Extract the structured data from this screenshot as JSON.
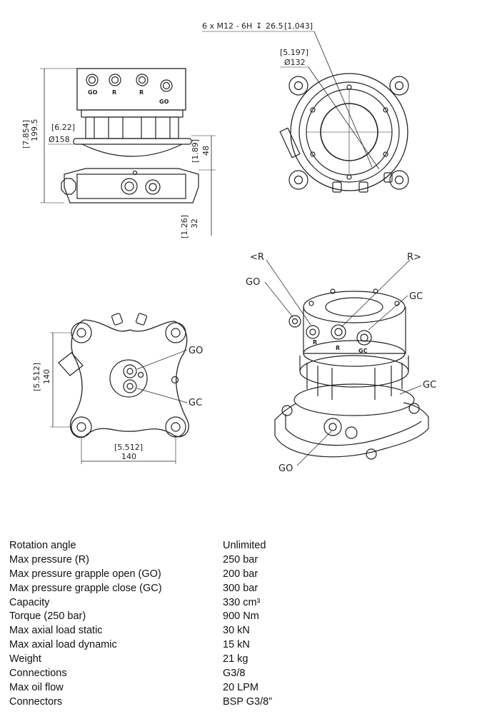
{
  "views": {
    "side": {
      "ports": [
        "GO",
        "R",
        "R",
        "GO"
      ],
      "dim_height_in": "[7.854]",
      "dim_height_mm": "199.5",
      "dim_dia_in": "[6.22]",
      "dim_dia_mm": "Ø158",
      "dim_a_in": "[1.89]",
      "dim_a_mm": "48",
      "dim_b_in": "[1.26]",
      "dim_b_mm": "32"
    },
    "top": {
      "thread_note": "6 x  M12 - 6H",
      "thread_depth": "26.5",
      "thread_depth_in": "[1.043]",
      "dim_dia_in": "[5.197]",
      "dim_dia_mm": "Ø132"
    },
    "bottom": {
      "label_go": "GO",
      "label_gc": "GC",
      "dim_v_in": "[5.512]",
      "dim_v_mm": "140",
      "dim_h_in": "[5.512]",
      "dim_h_mm": "140"
    },
    "iso": {
      "label_rl": "<R",
      "label_rr": "R>",
      "label_go_top": "GO",
      "label_gc_top": "GC",
      "label_gc_mid": "GC",
      "label_go_bottom": "GO",
      "ports": [
        "R",
        "R",
        "GC"
      ]
    }
  },
  "specs": [
    {
      "label": "Rotation angle",
      "value": "Unlimited"
    },
    {
      "label": "Max pressure (R)",
      "value": "250  bar"
    },
    {
      "label": "Max pressure grapple open (GO)",
      "value": "200  bar"
    },
    {
      "label": "Max pressure grapple close (GC)",
      "value": "300  bar"
    },
    {
      "label": "Capacity",
      "value": "330 cm³"
    },
    {
      "label": "Torque (250 bar)",
      "value": "900 Nm"
    },
    {
      "label": "Max axial load static",
      "value": "30 kN"
    },
    {
      "label": "Max axial load dynamic",
      "value": "15 kN"
    },
    {
      "label": "Weight",
      "value": "21  kg"
    },
    {
      "label": "Connections",
      "value": "G3/8"
    },
    {
      "label": "Max oil flow",
      "value": "20 LPM"
    },
    {
      "label": "Connectors",
      "value": "BSP G3/8”"
    }
  ]
}
